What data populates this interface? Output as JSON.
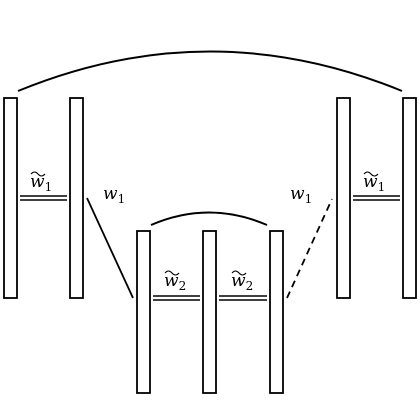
{
  "diagram": {
    "bars": [
      "bar-1",
      "bar-2",
      "bar-3",
      "bar-4",
      "bar-5",
      "bar-6",
      "bar-7"
    ],
    "edge_labels": {
      "pair_left": "w",
      "pair_left_sub": "1",
      "pair_middle_left": "w",
      "pair_middle_left_sub": "2",
      "pair_middle_right": "w",
      "pair_middle_right_sub": "2",
      "pair_right": "w",
      "pair_right_sub": "1",
      "link_left": "w",
      "link_left_sub": "1",
      "link_right": "w",
      "link_right_sub": "1"
    },
    "link_styles": {
      "link_left": "solid",
      "link_right": "dashed"
    },
    "colors": {
      "stroke": "#000000",
      "background": "#ffffff"
    }
  }
}
